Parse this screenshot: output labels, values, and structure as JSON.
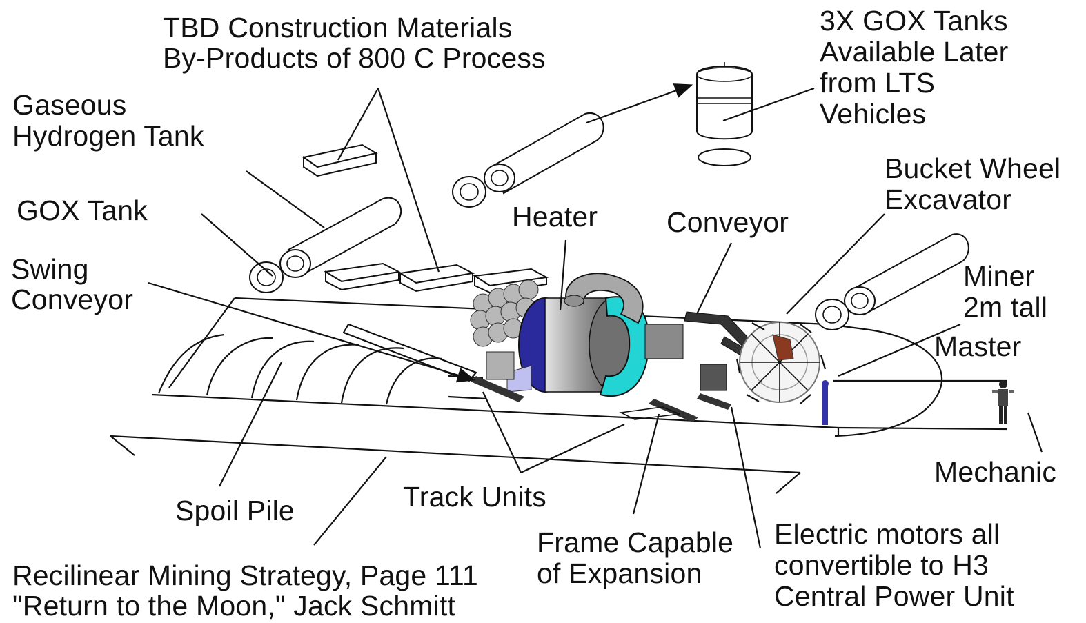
{
  "labels": {
    "tbd_line1": "TBD Construction Materials",
    "tbd_line2": "By-Products of 800 C Process",
    "gox3_line1": "3X GOX Tanks",
    "gox3_line2": "Available Later",
    "gox3_line3": "from LTS",
    "gox3_line4": "Vehicles",
    "h2_line1": "Gaseous",
    "h2_line2": "Hydrogen Tank",
    "bucket_line1": "Bucket Wheel",
    "bucket_line2": "Excavator",
    "gox_tank": "GOX Tank",
    "heater": "Heater",
    "conveyor": "Conveyor",
    "swing_line1": "Swing",
    "swing_line2": "Conveyor",
    "miner_line1": "Miner",
    "miner_line2": "2m tall",
    "master": "Master",
    "mechanic": "Mechanic",
    "spoil_pile": "Spoil Pile",
    "track_units": "Track Units",
    "frame_line1": "Frame Capable",
    "frame_line2": "of Expansion",
    "motors_line1": "Electric motors all",
    "motors_line2": "convertible to H3",
    "motors_line3": "Central Power Unit",
    "caption_line1": "Recilinear Mining Strategy, Page 111",
    "caption_line2": "\"Return to the Moon,\" Jack Schmitt"
  },
  "colors": {
    "heater_blue": "#2a2a9c",
    "heater_cyan": "#22d4d4",
    "machine_gray": "#a0a0a0",
    "line": "#111111"
  }
}
